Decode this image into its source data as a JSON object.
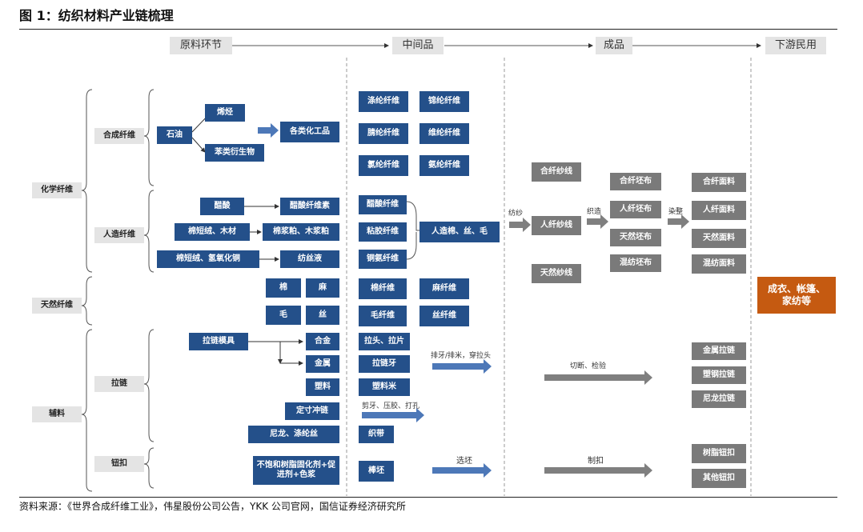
{
  "title": "图 1：纺织材料产业链梳理",
  "source_note": "资料来源：《世界合成纤维工业》，伟星股份公司公告，YKK 公司官网，国信证券经济研究所",
  "headers": {
    "raw": "原料环节",
    "mid": "中间品",
    "product": "成品",
    "downstream": "下游民用"
  },
  "categories": {
    "chem_fiber": "化学纤维",
    "synthetic": "合成纤维",
    "man_made": "人造纤维",
    "natural_fiber": "天然纤维",
    "accessories": "辅料",
    "zipper": "拉链",
    "button": "钮扣"
  },
  "raw": {
    "petroleum": "石油",
    "olefins": "烯烃",
    "aromatics": "苯类衍生物",
    "chemicals": "各类化工品",
    "acetic_acid": "醋酸",
    "acetate_cellulose": "醋酸纤维素",
    "cotton_wood": "棉短绒、木材",
    "pulp": "棉浆粕、木浆粕",
    "cotton_cuprammonium": "棉短绒、氢氧化铜",
    "spin_solution": "纺丝液",
    "cotton": "棉",
    "hemp": "麻",
    "wool": "毛",
    "silk": "丝",
    "zipper_mold": "拉链模具",
    "alloy": "合金",
    "metal": "金属",
    "plastic": "塑料",
    "cut_chain": "定寸冲链",
    "nylon_polyester": "尼龙、涤纶丝",
    "unsaturated_resin": "不饱和树脂固化剂+促进剂+色浆"
  },
  "mid": {
    "polyester": "涤纶纤维",
    "cotton_fiber_a": "锦纶纤维",
    "acrylic": "腈纶纤维",
    "vinylon": "维纶纤维",
    "chlorine": "氯纶纤维",
    "spandex": "氨纶纤维",
    "acetate_fiber": "醋酸纤维",
    "viscose": "粘胶纤维",
    "cupro": "铜氨纤维",
    "artificial": "人造棉、丝、毛",
    "cotton_fiber": "棉纤维",
    "hemp_fiber": "麻纤维",
    "wool_fiber": "毛纤维",
    "silk_fiber": "丝纤维",
    "puller": "拉头、拉片",
    "zipper_teeth": "拉链牙",
    "plastic_rice": "塑料米",
    "woven_tape": "织带",
    "blank": "棒坯"
  },
  "product": {
    "synthetic_yarn": "合纤纱线",
    "artificial_yarn": "人纤纱线",
    "natural_yarn": "天然纱线",
    "syn_grey": "合纤坯布",
    "art_grey": "人纤坯布",
    "nat_grey": "天然坯布",
    "blend_grey": "混纺坯布",
    "syn_fabric": "合纤面料",
    "art_fabric": "人纤面料",
    "nat_fabric": "天然面料",
    "blend_fabric": "混纺面料",
    "metal_zipper": "金属拉链",
    "plastic_zipper": "塑钢拉链",
    "nylon_zipper": "尼龙拉链",
    "resin_button": "树脂钮扣",
    "other_button": "其他钮扣"
  },
  "downstream": {
    "end_use": "成衣、帐篷、家纺等"
  },
  "labels": {
    "spinning": "纺纱",
    "weaving": "织造",
    "dyeing": "染整",
    "teeth_process": "排牙/排米，穿拉头",
    "cut_press": "剪牙、压胶、打孔",
    "cut_check": "切断、检验",
    "selection": "选坯",
    "button_make": "制扣"
  },
  "colors": {
    "blue": "#24508a",
    "gray": "#7a7a7a",
    "light_gray": "#e4e4e4",
    "orange": "#c55a11"
  }
}
